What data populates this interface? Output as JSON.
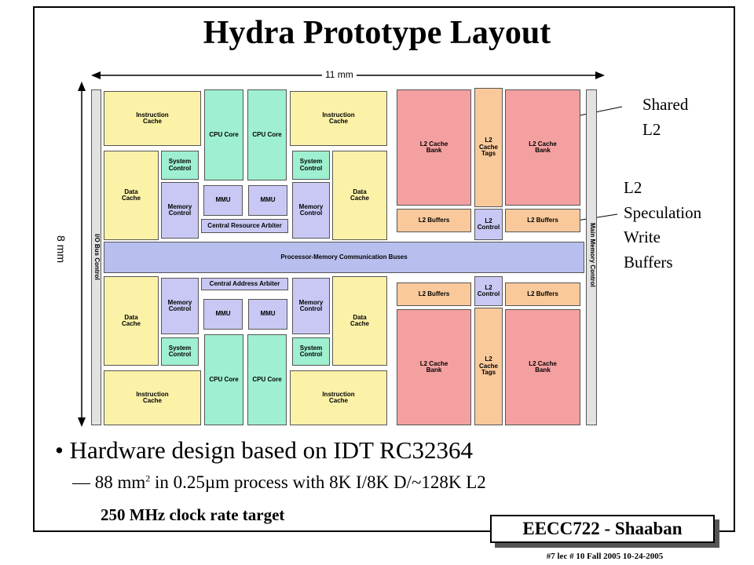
{
  "title": "Hydra Prototype Layout",
  "dimension_width": "11 mm",
  "dimension_height": "8 mm",
  "io_bus_label": "I/O Bus Control",
  "main_memory_label": "Main Memory Control",
  "blocks": {
    "icache_tl": "Instruction\nCache",
    "icache_tr": "Instruction\nCache",
    "icache_bl": "Instruction\nCache",
    "icache_br": "Instruction\nCache",
    "dcache_tl": "Data\nCache",
    "dcache_tr": "Data\nCache",
    "dcache_bl": "Data\nCache",
    "dcache_br": "Data\nCache",
    "cpu_1": "CPU Core",
    "cpu_2": "CPU Core",
    "cpu_3": "CPU Core",
    "cpu_4": "CPU Core",
    "sys_tl": "System\nControl",
    "sys_tr": "System\nControl",
    "sys_bl": "System\nControl",
    "sys_br": "System\nControl",
    "mem_tl": "Memory\nControl",
    "mem_tr": "Memory\nControl",
    "mem_bl": "Memory\nControl",
    "mem_br": "Memory\nControl",
    "mmu_1": "MMU",
    "mmu_2": "MMU",
    "mmu_3": "MMU",
    "mmu_4": "MMU",
    "central_resource": "Central Resource Arbiter",
    "central_address": "Central Address Arbiter",
    "bus": "Processor-Memory Communication Buses",
    "l2bank_tl": "L2 Cache\nBank",
    "l2bank_tr": "L2 Cache\nBank",
    "l2bank_bl": "L2 Cache\nBank",
    "l2bank_br": "L2 Cache\nBank",
    "l2tags_top": "L2\nCache\nTags",
    "l2tags_bottom": "L2\nCache\nTags",
    "l2buf_tl": "L2 Buffers",
    "l2buf_tr": "L2 Buffers",
    "l2buf_bl": "L2 Buffers",
    "l2buf_br": "L2 Buffers",
    "l2ctrl_top": "L2\nControl",
    "l2ctrl_bottom": "L2\nControl"
  },
  "callouts": {
    "shared_l2": "Shared\nL2",
    "speculation": "L2\nSpeculation\nWrite\nBuffers"
  },
  "bullet": "• Hardware design based on IDT RC32364",
  "sub_bullet": {
    "dash": "—",
    "a": " 88 mm",
    "sup": "2",
    "b": " in 0.25µm process with 8K I/8K D/~128K L2"
  },
  "clock": "250 MHz clock rate target",
  "badge": "EECC722 - Shaaban",
  "footer": "#7   lec # 10    Fall 2005   10-24-2005",
  "colors": {
    "cache": "#fbf2a8",
    "cpu": "#9ef0d0",
    "control": "#c9c8f4",
    "l2_bank": "#f5a0a0",
    "l2_tags": "#f9c99b",
    "bus": "#b8bfee"
  }
}
